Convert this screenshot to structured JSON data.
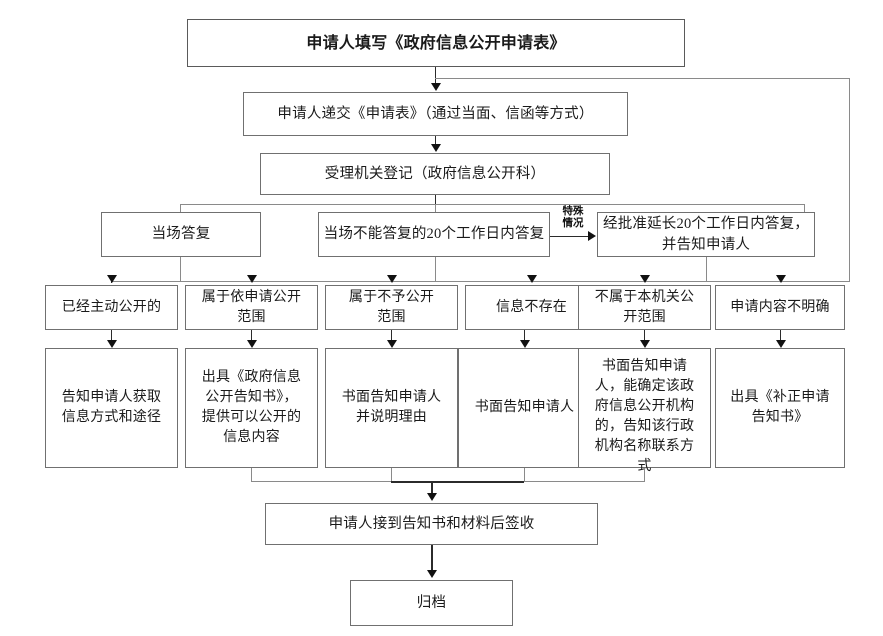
{
  "chart_data": {
    "type": "diagram",
    "title": "政府信息公开申请流程图",
    "orientation": "top-down flowchart"
  },
  "nodes": {
    "start": {
      "label": "申请人填写《政府信息公开申请表》"
    },
    "submit": {
      "label": "申请人递交《申请表》（通过当面、信函等方式）"
    },
    "register": {
      "label": "受理机关登记（政府信息公开科）"
    },
    "onsite_reply": {
      "label": "当场答复"
    },
    "within20": {
      "label": "当场不能答复的20个工作日内答复"
    },
    "extend20": {
      "label": "经批准延长20个工作日内答复，并告知申请人"
    },
    "receive": {
      "label": "申请人接到告知书和材料后签收"
    },
    "archive": {
      "label": "归档"
    }
  },
  "edge_labels": {
    "special": "特殊\n情况"
  },
  "categories": [
    {
      "id": "already-public",
      "label": "已经主动公开的",
      "multiline": false
    },
    {
      "id": "by-application",
      "label": "属于依申请公开\n范围",
      "multiline": true
    },
    {
      "id": "not-public",
      "label": "属于不予公开\n范围",
      "multiline": true
    },
    {
      "id": "not-exist",
      "label": "信息不存在",
      "multiline": false
    },
    {
      "id": "other-agency",
      "label": "不属于本机关公\n开范围",
      "multiline": true
    },
    {
      "id": "unclear-request",
      "label": "申请内容不明确",
      "multiline": false
    }
  ],
  "actions": [
    {
      "id": "inform-access",
      "label": "告知申请人获取\n信息方式和途径",
      "align": "center"
    },
    {
      "id": "issue-notice",
      "label": "出具《政府信息\n公开告知书》，\n提供可以公开的\n信息内容",
      "align": "center"
    },
    {
      "id": "written-with-reason",
      "label": "书面告知申请人\n并说明理由",
      "align": "center"
    },
    {
      "id": "written-notice",
      "label": "书面告知申请人",
      "align": "center"
    },
    {
      "id": "refer-agency",
      "label": "书面告知申请\n人，能确定该政\n府信息公开机构\n的，告知该行政\n机构名称联系方\n式",
      "align": "top"
    },
    {
      "id": "supplement-notice",
      "label": "出具《补正申请\n告知书》",
      "align": "center"
    }
  ],
  "colors": {
    "border": "#707070",
    "connector": "#2b2b2b",
    "background": "#ffffff",
    "text": "#1a1a1a"
  }
}
